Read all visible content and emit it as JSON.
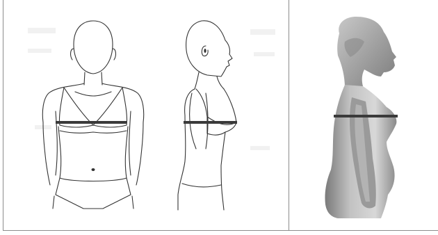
{
  "figure": {
    "panels": [
      {
        "name": "front-view-line-drawing",
        "view": "front"
      },
      {
        "name": "side-view-line-drawing",
        "view": "side"
      },
      {
        "name": "side-view-3d-body-scan",
        "view": "side"
      }
    ],
    "measurement": "bust girth",
    "colors": {
      "measure_line": "#3a3a3a",
      "scan_light": "#d4d4d4",
      "scan_dark": "#6e6e6e",
      "border": "#8c8c8c"
    }
  }
}
